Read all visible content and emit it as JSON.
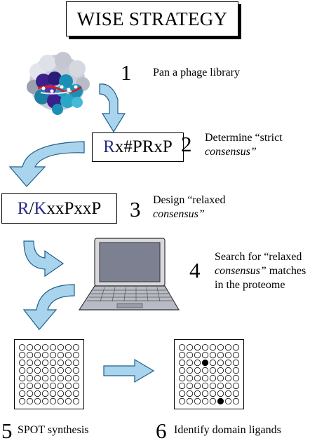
{
  "title": "WISE STRATEGY",
  "steps": [
    {
      "number": "1",
      "line1": "Pan a phage library"
    },
    {
      "number": "2",
      "line1": "Determine “strict",
      "line2_italic": "consensus”"
    },
    {
      "number": "3",
      "line1": "Design “relaxed",
      "line2_italic": "consensus”"
    },
    {
      "number": "4",
      "line1": "Search for “relaxed",
      "line2_italic": "consensus”",
      "line2_rest": " matches",
      "line3": "in the proteome"
    },
    {
      "number": "5",
      "line1": "SPOT synthesis"
    },
    {
      "number": "6",
      "line1": "Identify domain ligands"
    }
  ],
  "strict_consensus": {
    "first": "R",
    "rest": "x#PRxP"
  },
  "relaxed_consensus": {
    "first": "R",
    "slash": "/",
    "second": "K",
    "rest": "xxPxxP"
  },
  "colors": {
    "arrow_fill": "#a9d4ee",
    "arrow_stroke": "#1f5f88",
    "residue_blue": "#2a2a86",
    "protein_blue": "#1b8fb5",
    "protein_purple": "#3b1f8a"
  },
  "spot_grid": {
    "rows": 8,
    "cols": 8,
    "filled_spots": [
      [
        2,
        3
      ],
      [
        7,
        5
      ]
    ]
  }
}
